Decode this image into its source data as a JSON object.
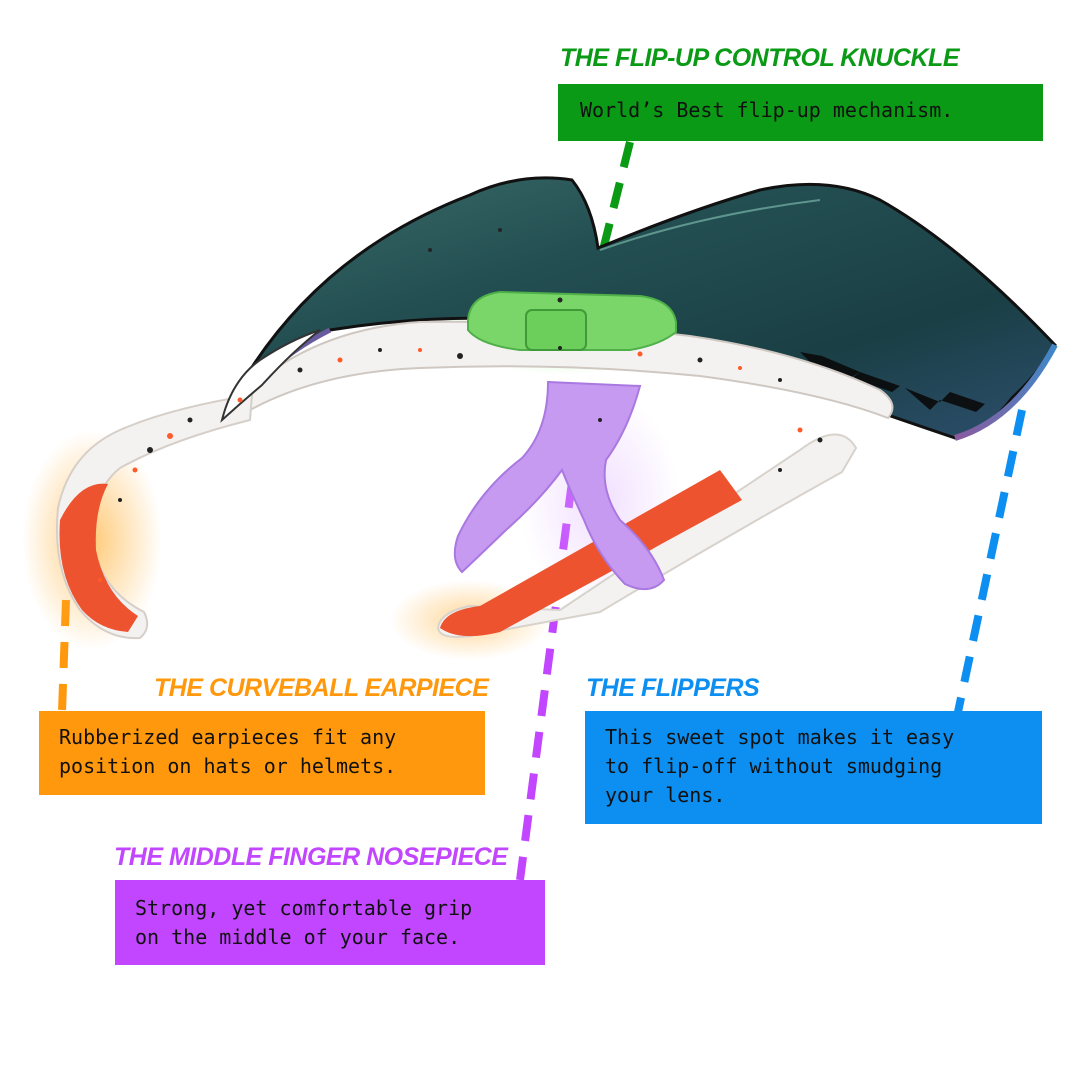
{
  "colors": {
    "green": "#0b9a16",
    "orange": "#ff980c",
    "blue": "#0c8ff0",
    "purple": "#c245ff",
    "frame_white": "#f4f2f0",
    "temple_orange": "#ee5330",
    "nosepiece_lilac": "#c79af2",
    "lens_dark": "#1f4a4d"
  },
  "icons": [
    "sunglasses-product-image",
    "brand-logo-mark"
  ],
  "callouts": {
    "knuckle": {
      "title": "THE FLIP-UP CONTROL KNUCKLE",
      "lines": [
        "World’s Best flip-up mechanism."
      ]
    },
    "earpiece": {
      "title": "THE CURVEBALL EARPIECE",
      "lines": [
        "Rubberized earpieces fit any",
        "position on hats or helmets."
      ]
    },
    "flippers": {
      "title": "THE FLIPPERS",
      "lines": [
        "This sweet spot makes it easy",
        "to flip-off without smudging",
        "your lens."
      ]
    },
    "nosepiece": {
      "title": "THE MIDDLE FINGER NOSEPIECE",
      "lines": [
        "Strong, yet comfortable grip",
        "on the middle of your face."
      ]
    }
  }
}
